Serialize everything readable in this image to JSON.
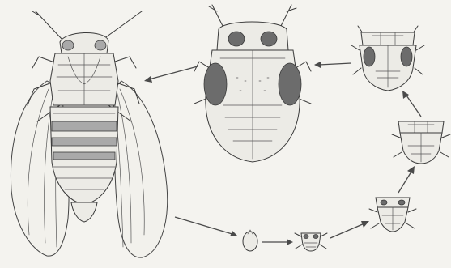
{
  "diagram": {
    "stages": [
      {
        "id": "adult",
        "icon": "adult-winged-insect"
      },
      {
        "id": "egg",
        "icon": "egg"
      },
      {
        "id": "nymph-1",
        "icon": "first-instar-nymph"
      },
      {
        "id": "nymph-2",
        "icon": "second-instar-nymph"
      },
      {
        "id": "nymph-3",
        "icon": "third-instar-nymph"
      },
      {
        "id": "nymph-4",
        "icon": "fourth-instar-nymph"
      },
      {
        "id": "nymph-5",
        "icon": "fifth-instar-nymph"
      }
    ],
    "sequence": [
      "adult",
      "egg",
      "nymph-1",
      "nymph-2",
      "nymph-3",
      "nymph-4",
      "nymph-5",
      "adult"
    ],
    "colors": {
      "ink": "#3a3a3a",
      "background": "#f4f3ef",
      "dark_pads": "#6c6c6c"
    }
  }
}
